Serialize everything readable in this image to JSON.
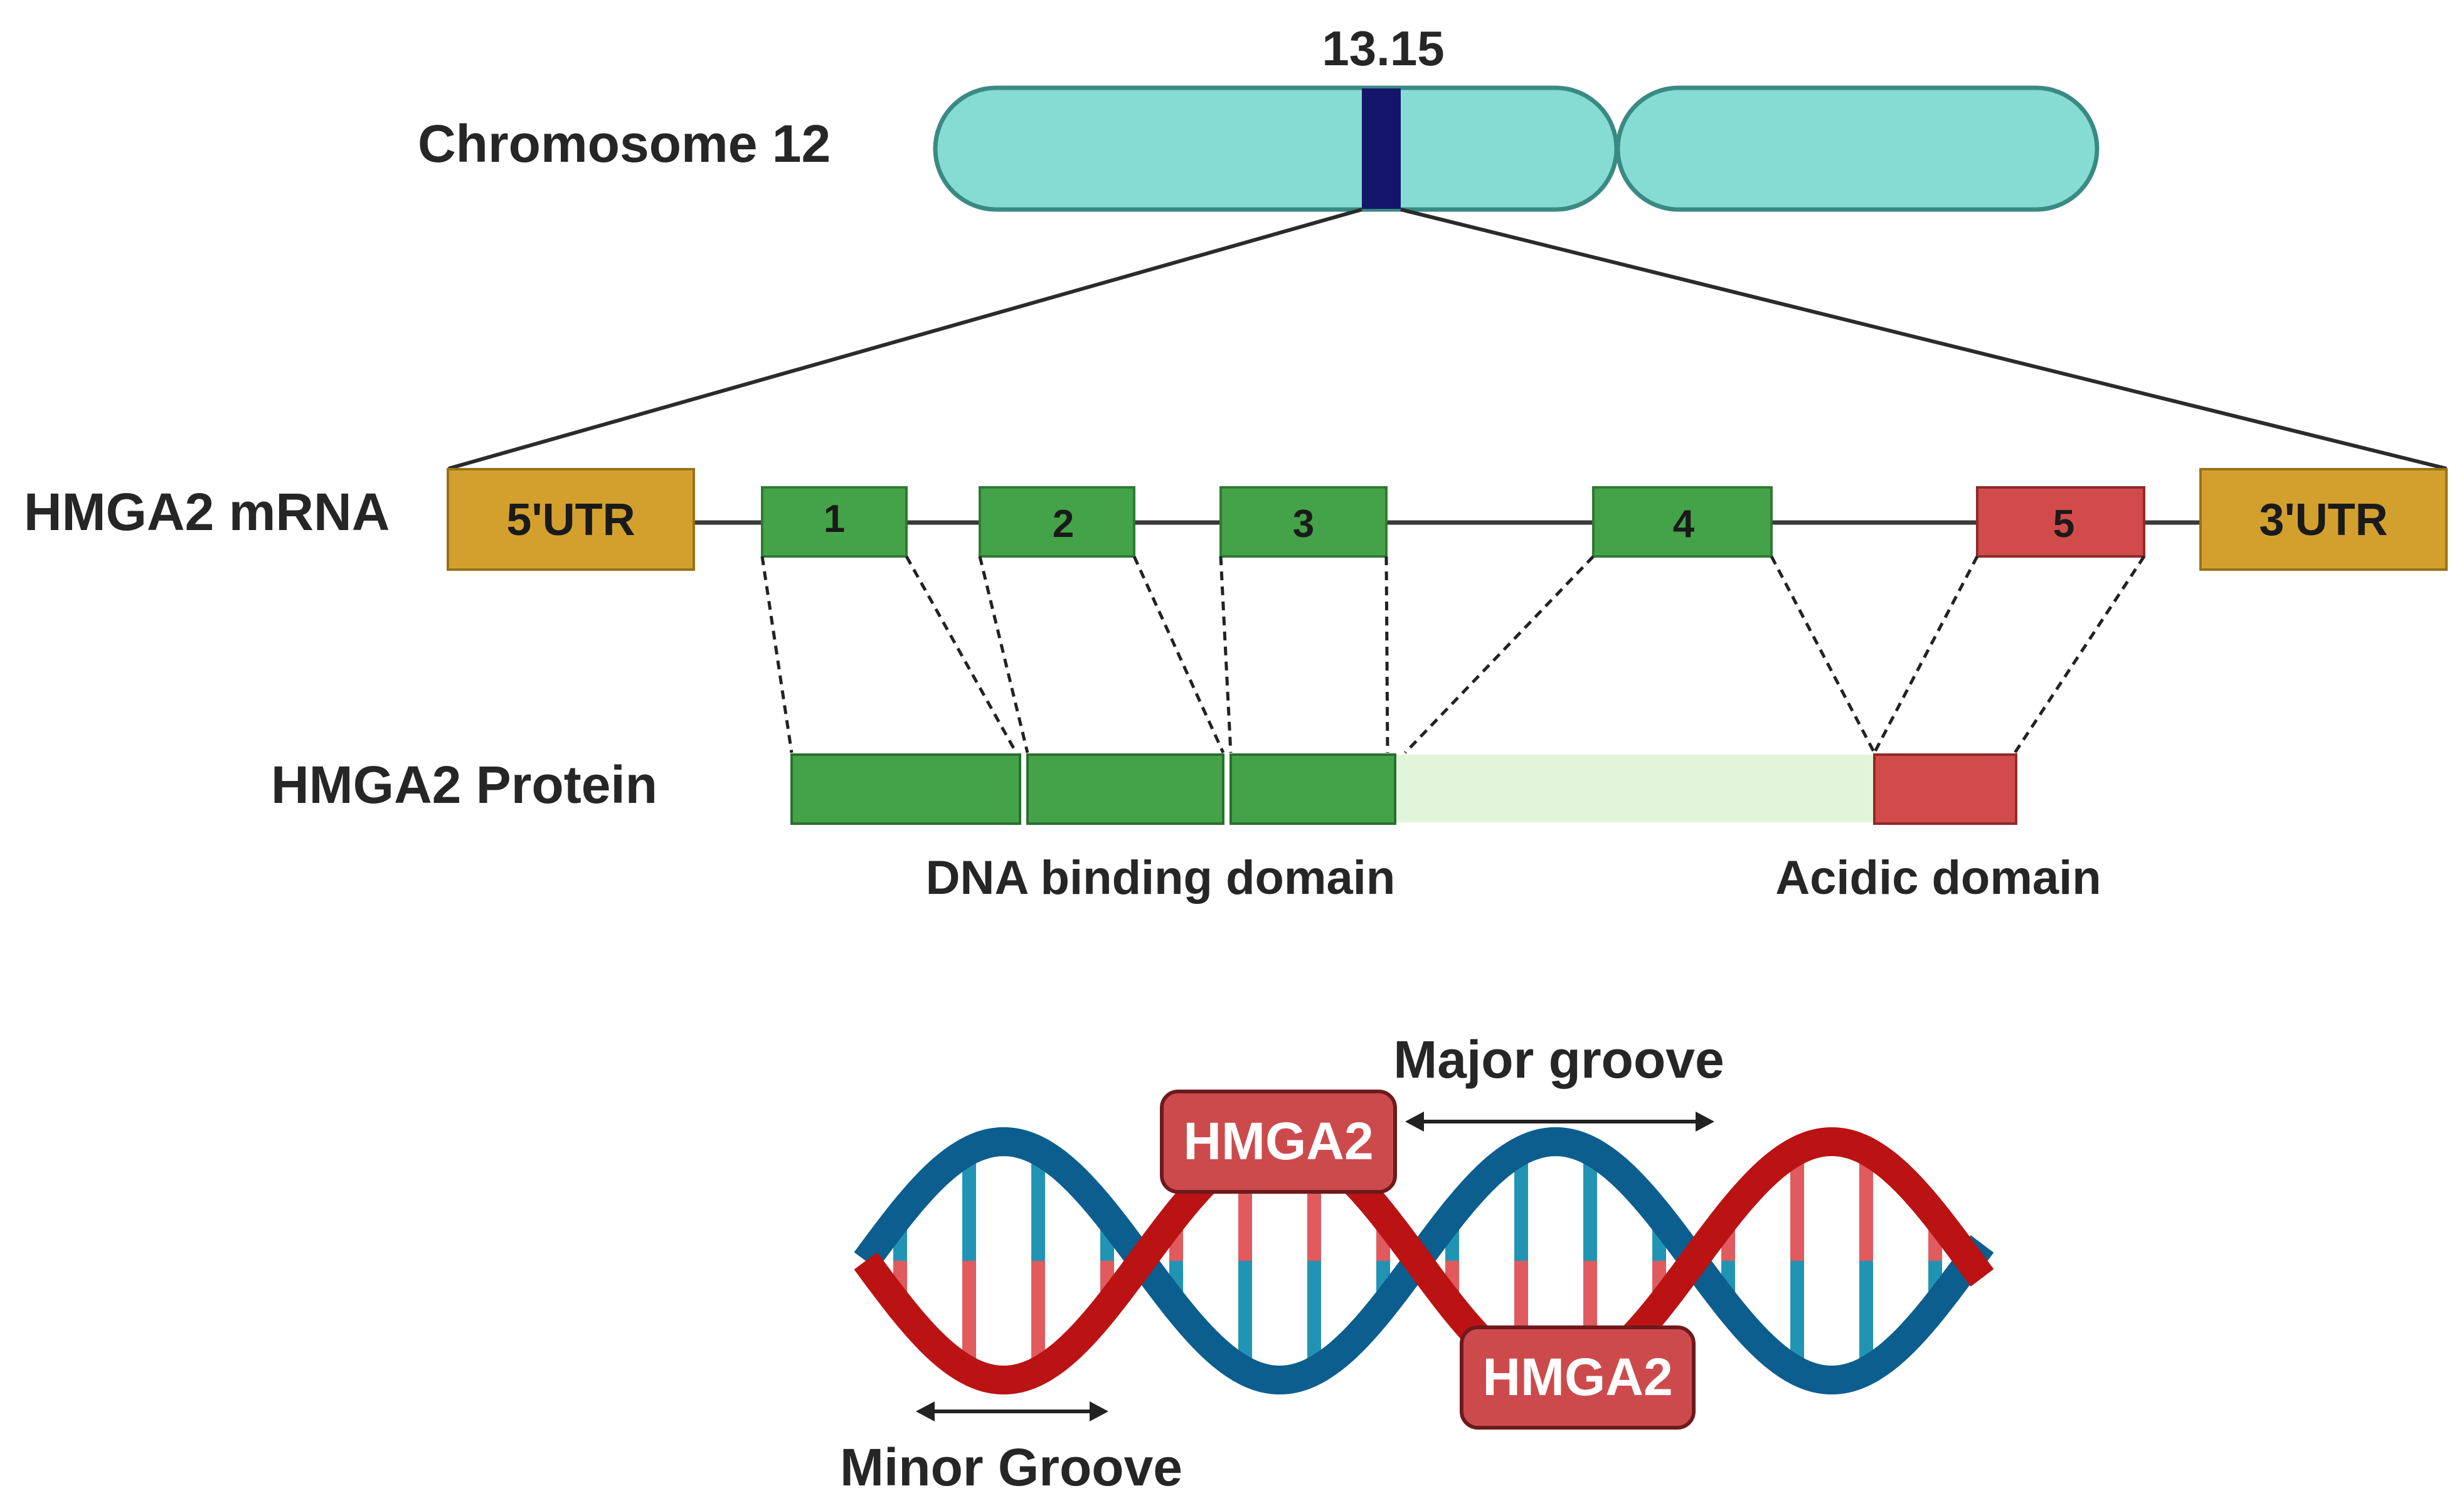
{
  "chromosome": {
    "label": "Chromosome 12",
    "band_label": "13.15",
    "arm_color": "#86dcd3",
    "band_color": "#15166b"
  },
  "mrna": {
    "label": "HMGA2 mRNA",
    "utr5": "5'UTR",
    "utr3": "3'UTR",
    "exons": [
      "1",
      "2",
      "3",
      "4",
      "5"
    ],
    "utr_color": "#d4a02d",
    "exon_color": "#44a348",
    "exon5_color": "#d14b4b"
  },
  "protein": {
    "label": "HMGA2 Protein",
    "dna_binding_label": "DNA binding domain",
    "acidic_label": "Acidic domain",
    "linker_color": "#e1f5da"
  },
  "dna": {
    "major_groove_label": "Major groove",
    "minor_groove_label": "Minor Groove",
    "protein_badge_top": "HMGA2",
    "protein_badge_bottom": "HMGA2",
    "strand_blue": "#0b5e8e",
    "strand_red": "#bb1214",
    "rung_blue": "#2294b3",
    "rung_red": "#e05a5e",
    "badge_color": "#cd4a4c"
  }
}
